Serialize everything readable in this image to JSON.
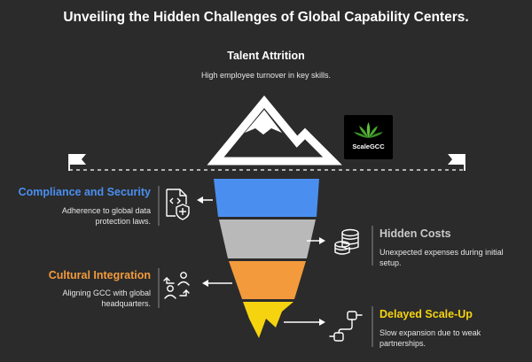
{
  "title": "Unveiling the Hidden Challenges of Global Capability Centers.",
  "top": {
    "label": "Talent Attrition",
    "desc": "High employee turnover in key skills."
  },
  "logo": {
    "text": "ScaleGCC"
  },
  "left_items": [
    {
      "label": "Compliance and Security",
      "desc": "Adherence to global data protection laws.",
      "color": "#4a8ff0",
      "icon": "document-shield-icon"
    },
    {
      "label": "Cultural Integration",
      "desc": "Aligning GCC with global headquarters.",
      "color": "#f39a3c",
      "icon": "people-arrows-icon"
    }
  ],
  "right_items": [
    {
      "label": "Hidden Costs",
      "desc": "Unexpected expenses during initial setup.",
      "color": "#c9c9c9",
      "icon": "coins-stack-icon"
    },
    {
      "label": "Delayed Scale-Up",
      "desc": "Slow expansion due to weak partnerships.",
      "color": "#f5d40f",
      "icon": "path-route-icon"
    }
  ],
  "funnel_colors": [
    "#4a8ff0",
    "#b9b9b9",
    "#f39a3c",
    "#f5d40f"
  ]
}
